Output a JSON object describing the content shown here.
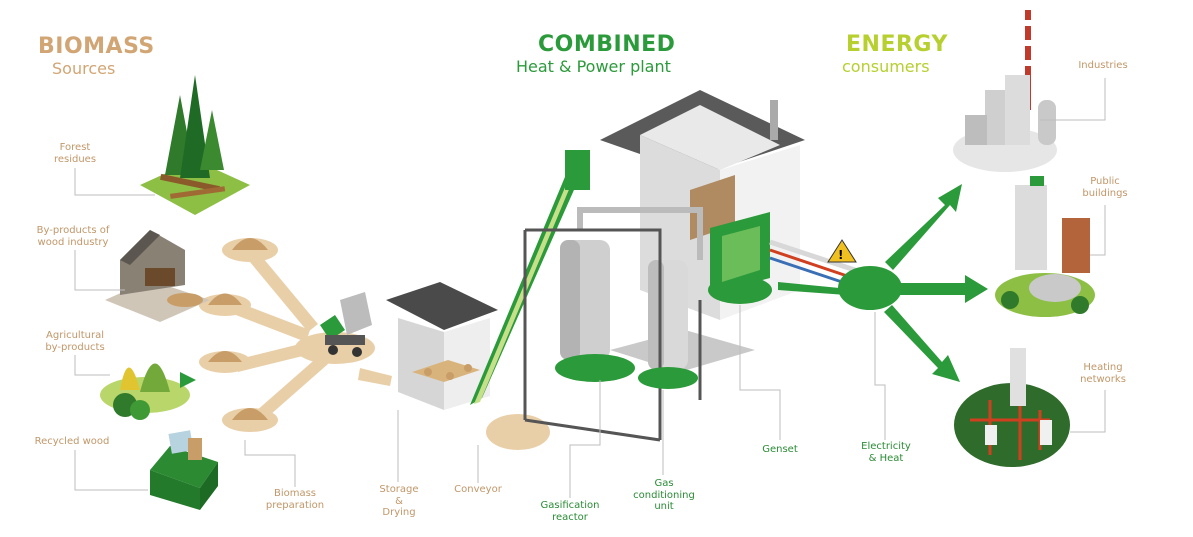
{
  "sections": {
    "biomass": {
      "title": "BIOMASS",
      "subtitle": "Sources"
    },
    "chp": {
      "title": "COMBINED",
      "subtitle": "Heat & Power plant"
    },
    "energy": {
      "title": "ENERGY",
      "subtitle": "consumers"
    }
  },
  "sources": [
    {
      "label": "Forest\nresidues"
    },
    {
      "label": "By-products of\nwood industry"
    },
    {
      "label": "Agricultural\nby-products"
    },
    {
      "label": "Recycled wood"
    }
  ],
  "process": {
    "biomass_preparation": "Biomass\npreparation",
    "storage_drying": "Storage\n&\nDrying",
    "conveyor": "Conveyor",
    "gasification_reactor": "Gasification\nreactor",
    "gas_conditioning": "Gas\nconditioning\nunit",
    "genset": "Genset",
    "electricity_heat": "Electricity\n& Heat"
  },
  "consumers": [
    {
      "label": "Industries"
    },
    {
      "label": "Public\nbuildings"
    },
    {
      "label": "Heating\nnetworks"
    }
  ],
  "colors": {
    "tan": "#d2a574",
    "green": "#2b9a3a",
    "lime": "#b7cf2f",
    "grey": "#d9d9d9"
  }
}
